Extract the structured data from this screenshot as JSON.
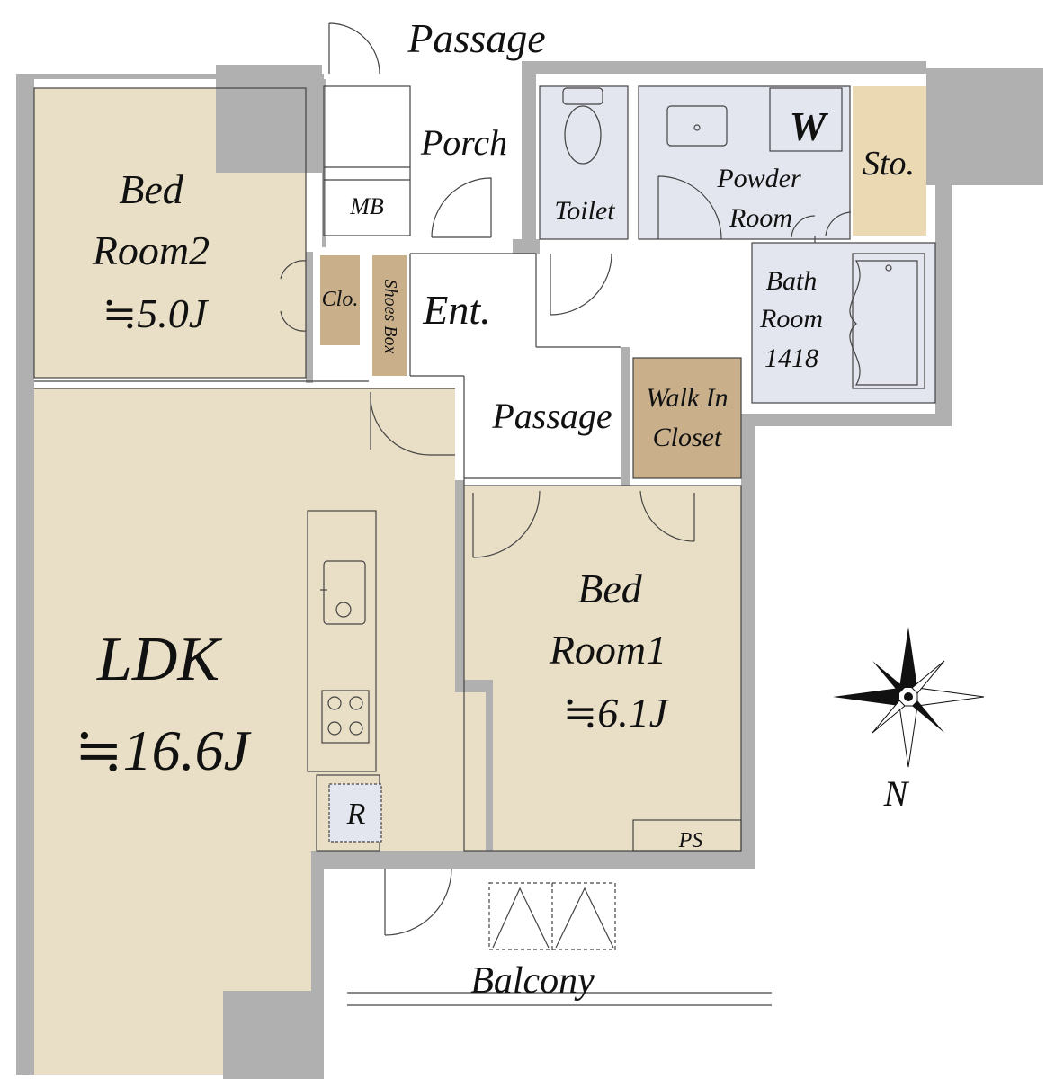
{
  "rooms": {
    "bedroom2": {
      "name_line1": "Bed",
      "name_line2": "Room2",
      "area": "≒5.0J"
    },
    "bedroom1": {
      "name_line1": "Bed",
      "name_line2": "Room1",
      "area": "≒6.1J"
    },
    "ldk": {
      "name": "LDK",
      "area": "≒16.6J"
    },
    "closet": "Clo.",
    "shoes_box": "Shoes Box",
    "entrance": "Ent.",
    "porch": "Porch",
    "mb": "MB",
    "passage_top": "Passage",
    "passage_inner": "Passage",
    "toilet": "Toilet",
    "powder_room_line1": "Powder",
    "powder_room_line2": "Room",
    "washer": "W",
    "storage": "Sto.",
    "bathroom_line1": "Bath",
    "bathroom_line2": "Room",
    "bathroom_size": "1418",
    "walk_in_closet_line1": "Walk In",
    "walk_in_closet_line2": "Closet",
    "refrigerator": "R",
    "pipe_space": "PS",
    "balcony": "Balcony"
  },
  "compass": {
    "north_label": "N"
  },
  "colors": {
    "room_fill": "#e9dfc6",
    "closet_fill": "#c9b08b",
    "wet_area_fill": "#e4e6ef",
    "storage_fill": "#ead9b3",
    "wall": "#b0b0b0"
  }
}
